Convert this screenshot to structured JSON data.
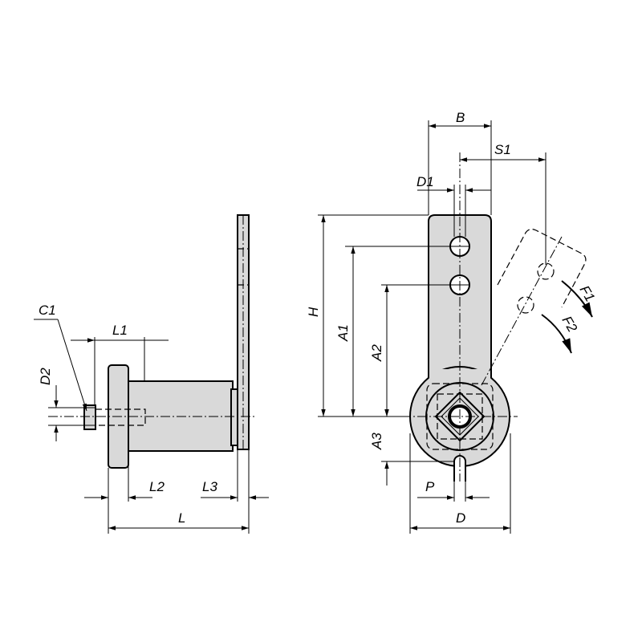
{
  "drawing": {
    "side_view_labels": {
      "C1": "C1",
      "D2": "D2",
      "L1": "L1",
      "L2": "L2",
      "L3": "L3",
      "L": "L"
    },
    "front_view_labels": {
      "B": "B",
      "S1": "S1",
      "D1": "D1",
      "H": "H",
      "A1": "A1",
      "A2": "A2",
      "A3": "A3",
      "P": "P",
      "D": "D",
      "F1": "F1",
      "F2": "F2"
    },
    "colors": {
      "part_fill": "#d9d9d9",
      "line": "#000000"
    }
  }
}
